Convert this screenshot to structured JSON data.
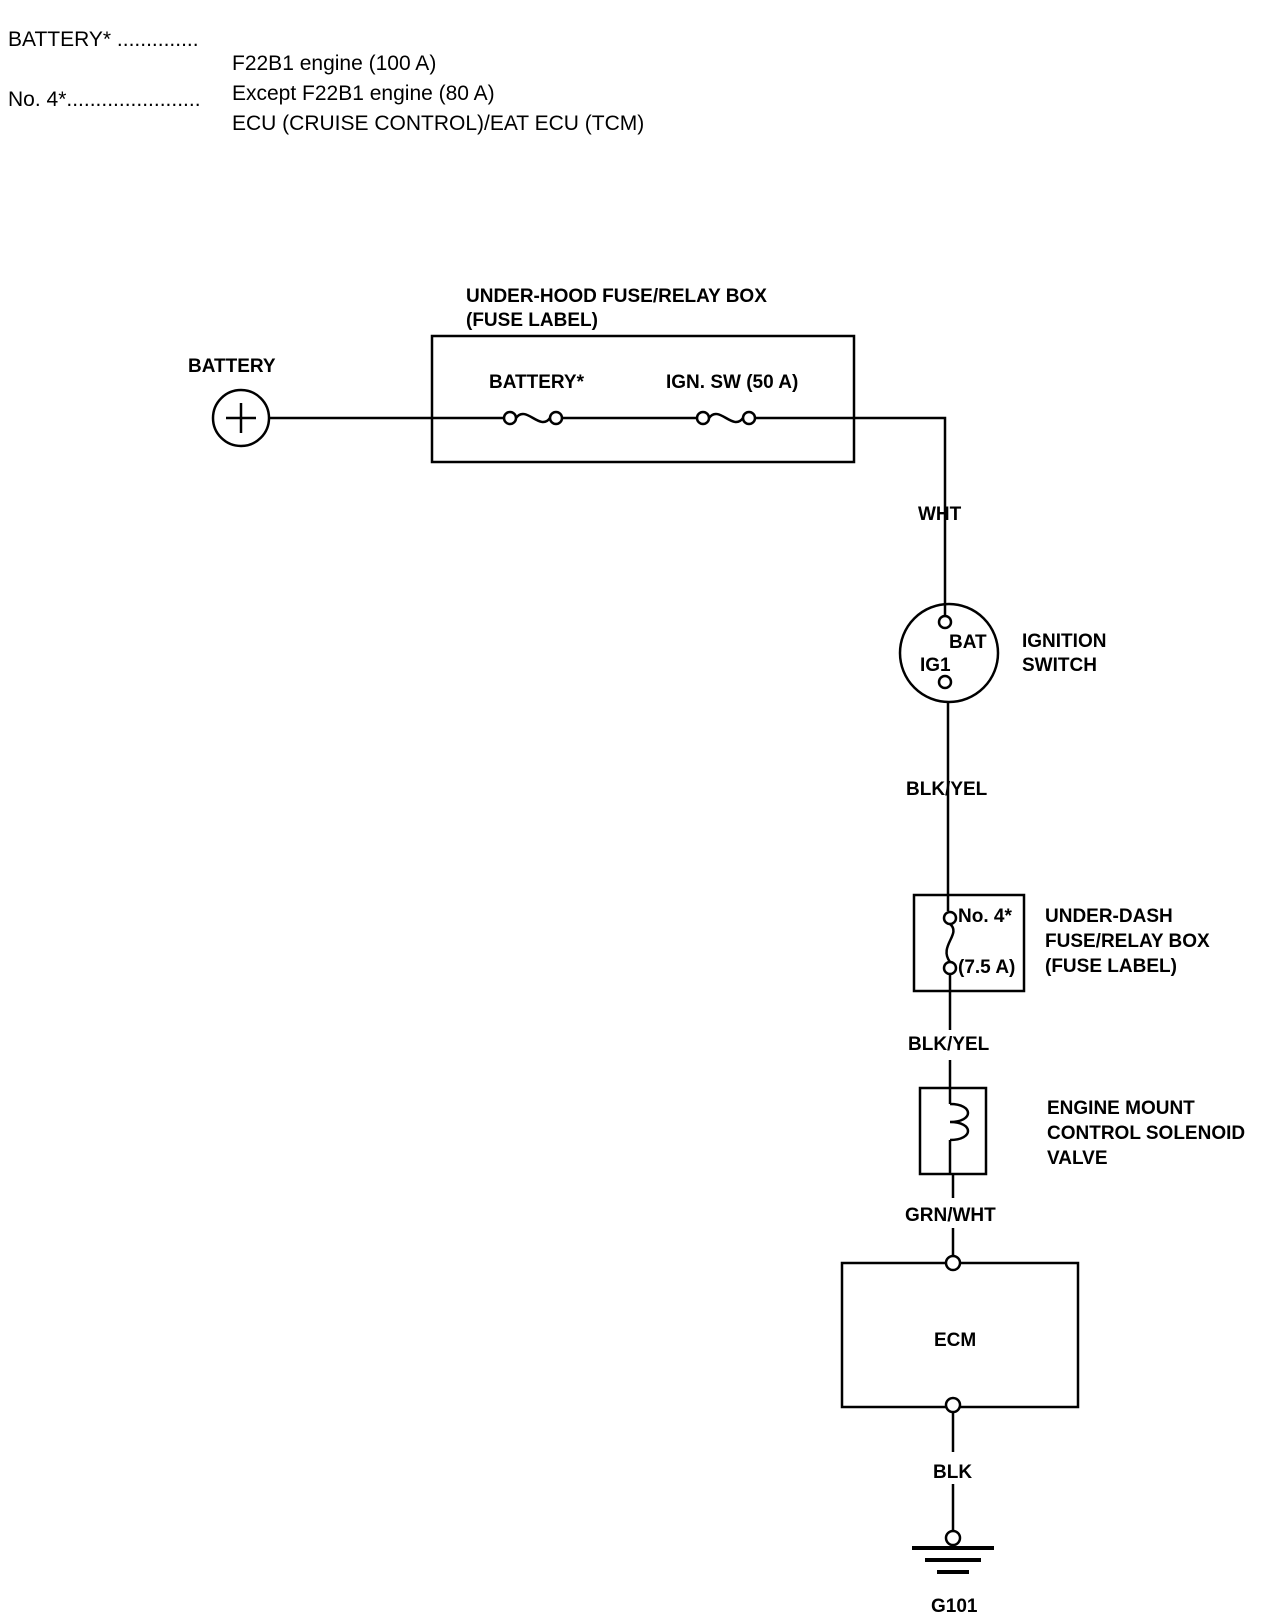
{
  "legend": [
    {
      "key": "BATTERY* ..............",
      "value": "F22B1 engine (100 A)"
    },
    {
      "key": "",
      "value": "Except F22B1 engine (80 A)"
    },
    {
      "key": "No. 4*.......................",
      "value": "ECU (CRUISE CONTROL)/EAT ECU (TCM)"
    }
  ],
  "battery": {
    "label": "BATTERY"
  },
  "under_hood_box": {
    "title_line1": "UNDER-HOOD FUSE/RELAY BOX",
    "title_line2": "(FUSE LABEL)",
    "fuse1": "BATTERY*",
    "fuse2": "IGN. SW (50 A)"
  },
  "wire1": "WHT",
  "ignition_switch": {
    "label_line1": "IGNITION",
    "label_line2": "SWITCH",
    "terminal_bat": "BAT",
    "terminal_ig1": "IG1"
  },
  "wire2": "BLK/YEL",
  "under_dash_box": {
    "label_line1": "UNDER-DASH",
    "label_line2": "FUSE/RELAY BOX",
    "label_line3": "(FUSE LABEL)",
    "fuse_no": "No. 4*",
    "fuse_rating": "(7.5 A)"
  },
  "wire3": "BLK/YEL",
  "solenoid": {
    "label_line1": "ENGINE MOUNT",
    "label_line2": "CONTROL SOLENOID",
    "label_line3": "VALVE"
  },
  "wire4": "GRN/WHT",
  "ecm": {
    "label": "ECM"
  },
  "wire5": "BLK",
  "ground": {
    "label": "G101"
  }
}
